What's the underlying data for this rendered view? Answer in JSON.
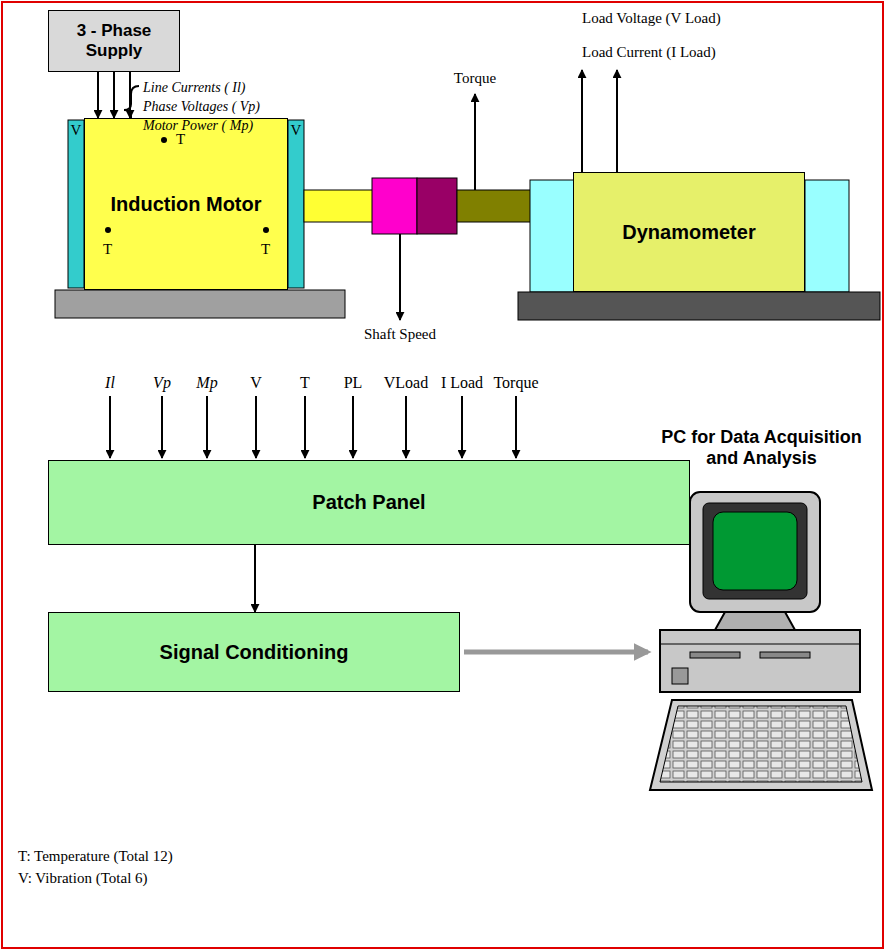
{
  "diagram": {
    "nodes": [
      {
        "text": [
          "3 - Phase Supply"
        ]
      },
      {
        "text": [
          "Induction Motor"
        ]
      },
      {
        "text": [
          "Dynamometer"
        ]
      },
      {
        "text": [
          "Patch Panel"
        ]
      },
      {
        "text": [
          "Signal Conditioning"
        ]
      },
      {
        "text": [
          "PC for Data Acquisition and Analysis"
        ]
      }
    ],
    "edges": [
      {
        "from": 0,
        "to": 1,
        "arrow": "to"
      },
      {
        "from": 3,
        "to": 4,
        "arrow": "to"
      },
      {
        "from": 4,
        "to": 5,
        "arrow": "to"
      }
    ],
    "labels": [
      "Load Voltage (V Load)",
      "Load Current (I Load)",
      "Line Currents ( Il)",
      "Phase Voltages ( Vp)",
      "Motor Power ( Mp)",
      "T",
      "T",
      "T",
      "V",
      "V",
      "Torque",
      "Shaft Speed",
      "Il",
      "Vp",
      "Mp",
      "V",
      "T",
      "PL",
      "VLoad",
      "I Load",
      "Torque",
      "T: Temperature (Total 12)",
      "V: Vibration (Total 6)"
    ]
  }
}
